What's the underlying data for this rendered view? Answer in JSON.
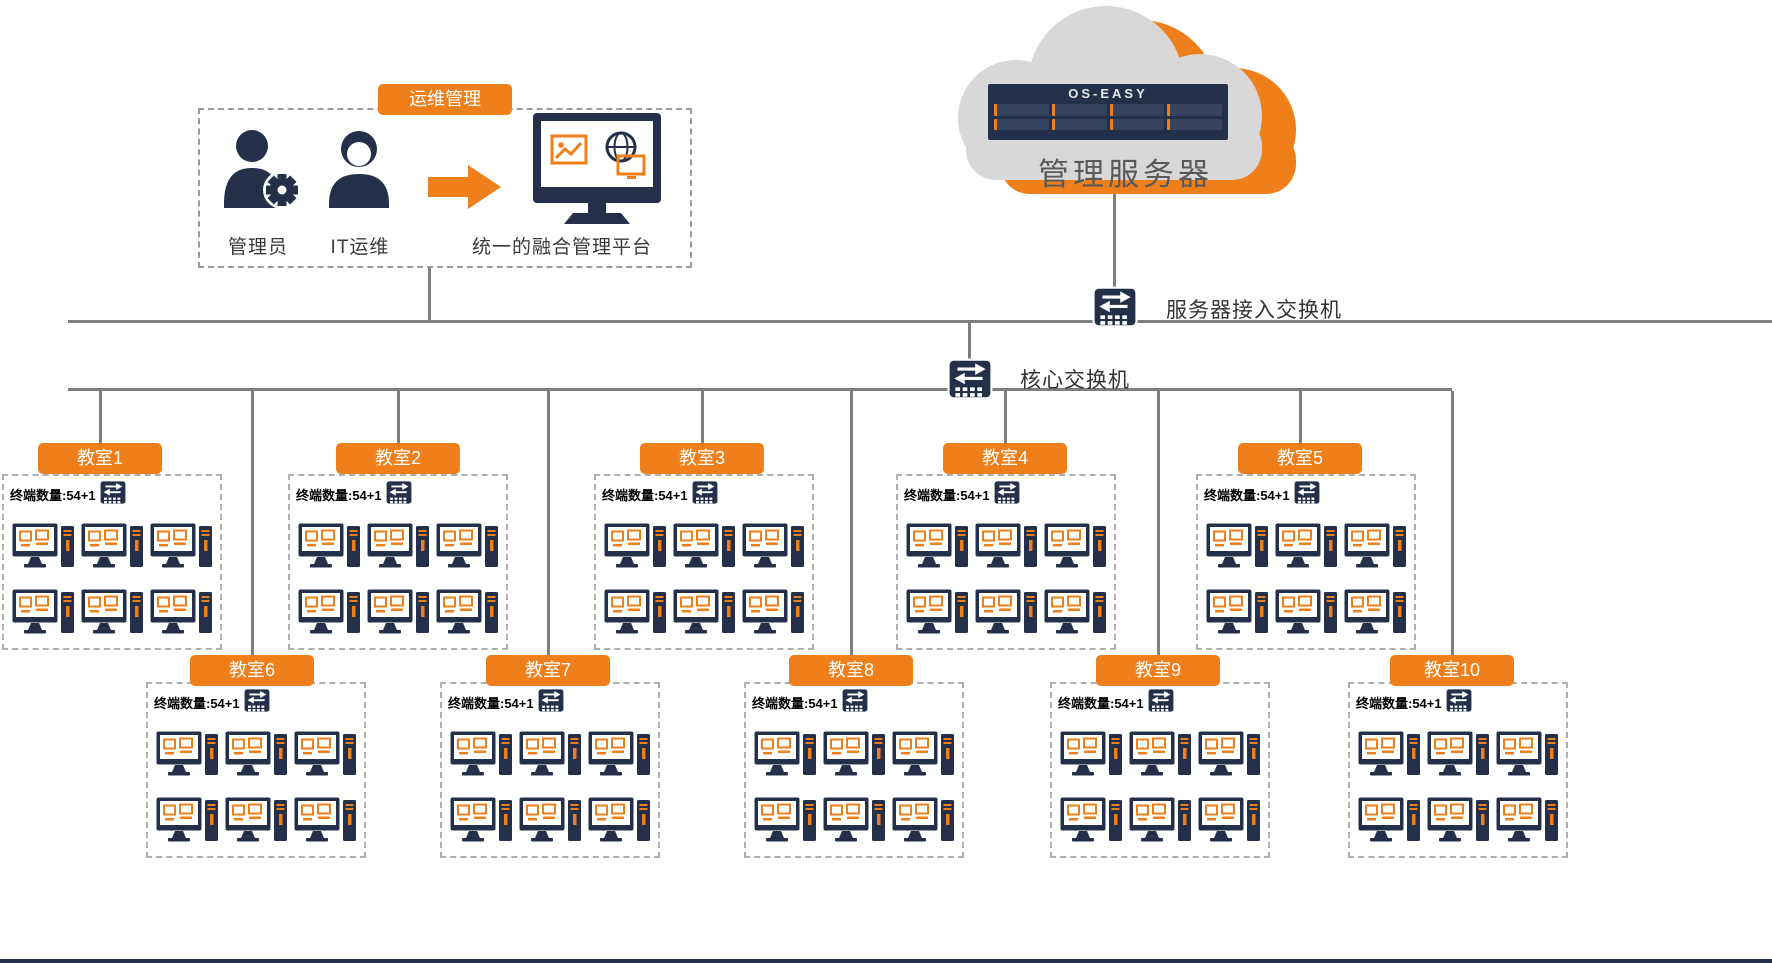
{
  "colors": {
    "accent": "#EF7F1A",
    "navy": "#24304A",
    "line": "#7F7F7F",
    "cloud": "#D8D8D8"
  },
  "ops_panel": {
    "banner": "运维管理",
    "admin_label": "管理员",
    "it_label": "IT运维",
    "platform_label": "统一的融合管理平台"
  },
  "cloud_server": {
    "brand": "OS-EASY",
    "label": "管理服务器"
  },
  "switches": {
    "access": "服务器接入交换机",
    "core": "核心交换机"
  },
  "classrooms": [
    {
      "label": "教室1",
      "terminals": "终端数量:54+1"
    },
    {
      "label": "教室2",
      "terminals": "终端数量:54+1"
    },
    {
      "label": "教室3",
      "terminals": "终端数量:54+1"
    },
    {
      "label": "教室4",
      "terminals": "终端数量:54+1"
    },
    {
      "label": "教室5",
      "terminals": "终端数量:54+1"
    },
    {
      "label": "教室6",
      "terminals": "终端数量:54+1"
    },
    {
      "label": "教室7",
      "terminals": "终端数量:54+1"
    },
    {
      "label": "教室8",
      "terminals": "终端数量:54+1"
    },
    {
      "label": "教室9",
      "terminals": "终端数量:54+1"
    },
    {
      "label": "教室10",
      "terminals": "终端数量:54+1"
    }
  ]
}
